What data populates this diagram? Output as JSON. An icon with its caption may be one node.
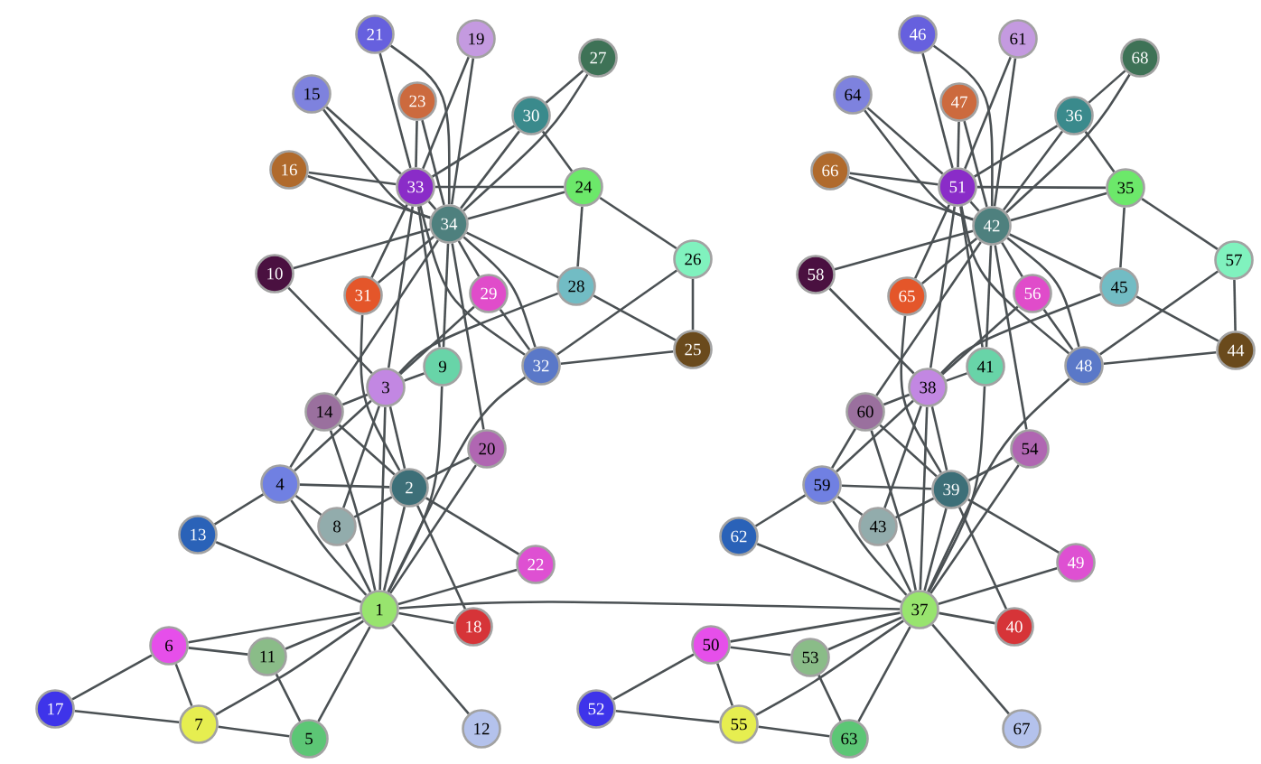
{
  "diagram": {
    "nodes": [
      {
        "text": [
          "1"
        ]
      },
      {
        "text": [
          "2"
        ]
      },
      {
        "text": [
          "3"
        ]
      },
      {
        "text": [
          "4"
        ]
      },
      {
        "text": [
          "5"
        ]
      },
      {
        "text": [
          "6"
        ]
      },
      {
        "text": [
          "7"
        ]
      },
      {
        "text": [
          "8"
        ]
      },
      {
        "text": [
          "9"
        ]
      },
      {
        "text": [
          "10"
        ]
      },
      {
        "text": [
          "11"
        ]
      },
      {
        "text": [
          "12"
        ]
      },
      {
        "text": [
          "13"
        ]
      },
      {
        "text": [
          "14"
        ]
      },
      {
        "text": [
          "15"
        ]
      },
      {
        "text": [
          "16"
        ]
      },
      {
        "text": [
          "17"
        ]
      },
      {
        "text": [
          "18"
        ]
      },
      {
        "text": [
          "19"
        ]
      },
      {
        "text": [
          "20"
        ]
      },
      {
        "text": [
          "21"
        ]
      },
      {
        "text": [
          "22"
        ]
      },
      {
        "text": [
          "23"
        ]
      },
      {
        "text": [
          "24"
        ]
      },
      {
        "text": [
          "25"
        ]
      },
      {
        "text": [
          "26"
        ]
      },
      {
        "text": [
          "27"
        ]
      },
      {
        "text": [
          "28"
        ]
      },
      {
        "text": [
          "29"
        ]
      },
      {
        "text": [
          "30"
        ]
      },
      {
        "text": [
          "31"
        ]
      },
      {
        "text": [
          "32"
        ]
      },
      {
        "text": [
          "33"
        ]
      },
      {
        "text": [
          "34"
        ]
      },
      {
        "text": [
          "35"
        ]
      },
      {
        "text": [
          "36"
        ]
      },
      {
        "text": [
          "37"
        ]
      },
      {
        "text": [
          "38"
        ]
      },
      {
        "text": [
          "39"
        ]
      },
      {
        "text": [
          "40"
        ]
      },
      {
        "text": [
          "41"
        ]
      },
      {
        "text": [
          "42"
        ]
      },
      {
        "text": [
          "43"
        ]
      },
      {
        "text": [
          "44"
        ]
      },
      {
        "text": [
          "45"
        ]
      },
      {
        "text": [
          "46"
        ]
      },
      {
        "text": [
          "47"
        ]
      },
      {
        "text": [
          "48"
        ]
      },
      {
        "text": [
          "49"
        ]
      },
      {
        "text": [
          "50"
        ]
      },
      {
        "text": [
          "51"
        ]
      },
      {
        "text": [
          "52"
        ]
      },
      {
        "text": [
          "53"
        ]
      },
      {
        "text": [
          "54"
        ]
      },
      {
        "text": [
          "55"
        ]
      },
      {
        "text": [
          "56"
        ]
      },
      {
        "text": [
          "57"
        ]
      },
      {
        "text": [
          "58"
        ]
      },
      {
        "text": [
          "59"
        ]
      },
      {
        "text": [
          "60"
        ]
      },
      {
        "text": [
          "61"
        ]
      },
      {
        "text": [
          "62"
        ]
      },
      {
        "text": [
          "63"
        ]
      },
      {
        "text": [
          "64"
        ]
      },
      {
        "text": [
          "65"
        ]
      },
      {
        "text": [
          "66"
        ]
      },
      {
        "text": [
          "67"
        ]
      },
      {
        "text": [
          "68"
        ]
      }
    ],
    "edges": [
      {
        "from": 0,
        "to": 1,
        "arrow": "none"
      },
      {
        "from": 0,
        "to": 2,
        "arrow": "none"
      },
      {
        "from": 0,
        "to": 3,
        "arrow": "none"
      },
      {
        "from": 0,
        "to": 4,
        "arrow": "none"
      },
      {
        "from": 0,
        "to": 5,
        "arrow": "none"
      },
      {
        "from": 0,
        "to": 6,
        "arrow": "none"
      },
      {
        "from": 0,
        "to": 7,
        "arrow": "none"
      },
      {
        "from": 0,
        "to": 8,
        "arrow": "none"
      },
      {
        "from": 0,
        "to": 10,
        "arrow": "none"
      },
      {
        "from": 0,
        "to": 11,
        "arrow": "none"
      },
      {
        "from": 0,
        "to": 12,
        "arrow": "none"
      },
      {
        "from": 0,
        "to": 13,
        "arrow": "none"
      },
      {
        "from": 0,
        "to": 17,
        "arrow": "none"
      },
      {
        "from": 0,
        "to": 19,
        "arrow": "none"
      },
      {
        "from": 0,
        "to": 21,
        "arrow": "none"
      },
      {
        "from": 0,
        "to": 31,
        "arrow": "none"
      },
      {
        "from": 1,
        "to": 2,
        "arrow": "none"
      },
      {
        "from": 1,
        "to": 3,
        "arrow": "none"
      },
      {
        "from": 1,
        "to": 7,
        "arrow": "none"
      },
      {
        "from": 1,
        "to": 13,
        "arrow": "none"
      },
      {
        "from": 1,
        "to": 17,
        "arrow": "none"
      },
      {
        "from": 1,
        "to": 19,
        "arrow": "none"
      },
      {
        "from": 1,
        "to": 21,
        "arrow": "none"
      },
      {
        "from": 1,
        "to": 30,
        "arrow": "none"
      },
      {
        "from": 2,
        "to": 3,
        "arrow": "none"
      },
      {
        "from": 2,
        "to": 7,
        "arrow": "none"
      },
      {
        "from": 2,
        "to": 8,
        "arrow": "none"
      },
      {
        "from": 2,
        "to": 9,
        "arrow": "none"
      },
      {
        "from": 2,
        "to": 13,
        "arrow": "none"
      },
      {
        "from": 2,
        "to": 27,
        "arrow": "none"
      },
      {
        "from": 2,
        "to": 28,
        "arrow": "none"
      },
      {
        "from": 2,
        "to": 32,
        "arrow": "none"
      },
      {
        "from": 3,
        "to": 7,
        "arrow": "none"
      },
      {
        "from": 3,
        "to": 12,
        "arrow": "none"
      },
      {
        "from": 3,
        "to": 13,
        "arrow": "none"
      },
      {
        "from": 4,
        "to": 6,
        "arrow": "none"
      },
      {
        "from": 4,
        "to": 10,
        "arrow": "none"
      },
      {
        "from": 5,
        "to": 6,
        "arrow": "none"
      },
      {
        "from": 5,
        "to": 10,
        "arrow": "none"
      },
      {
        "from": 5,
        "to": 16,
        "arrow": "none"
      },
      {
        "from": 6,
        "to": 16,
        "arrow": "none"
      },
      {
        "from": 8,
        "to": 32,
        "arrow": "none"
      },
      {
        "from": 8,
        "to": 33,
        "arrow": "none"
      },
      {
        "from": 9,
        "to": 33,
        "arrow": "none"
      },
      {
        "from": 13,
        "to": 33,
        "arrow": "none"
      },
      {
        "from": 14,
        "to": 32,
        "arrow": "none"
      },
      {
        "from": 14,
        "to": 33,
        "arrow": "none"
      },
      {
        "from": 15,
        "to": 32,
        "arrow": "none"
      },
      {
        "from": 15,
        "to": 33,
        "arrow": "none"
      },
      {
        "from": 18,
        "to": 32,
        "arrow": "none"
      },
      {
        "from": 18,
        "to": 33,
        "arrow": "none"
      },
      {
        "from": 19,
        "to": 33,
        "arrow": "none"
      },
      {
        "from": 20,
        "to": 32,
        "arrow": "none"
      },
      {
        "from": 20,
        "to": 33,
        "arrow": "none"
      },
      {
        "from": 22,
        "to": 32,
        "arrow": "none"
      },
      {
        "from": 22,
        "to": 33,
        "arrow": "none"
      },
      {
        "from": 23,
        "to": 25,
        "arrow": "none"
      },
      {
        "from": 23,
        "to": 27,
        "arrow": "none"
      },
      {
        "from": 23,
        "to": 29,
        "arrow": "none"
      },
      {
        "from": 23,
        "to": 32,
        "arrow": "none"
      },
      {
        "from": 23,
        "to": 33,
        "arrow": "none"
      },
      {
        "from": 24,
        "to": 25,
        "arrow": "none"
      },
      {
        "from": 24,
        "to": 27,
        "arrow": "none"
      },
      {
        "from": 24,
        "to": 31,
        "arrow": "none"
      },
      {
        "from": 25,
        "to": 31,
        "arrow": "none"
      },
      {
        "from": 26,
        "to": 29,
        "arrow": "none"
      },
      {
        "from": 26,
        "to": 33,
        "arrow": "none"
      },
      {
        "from": 27,
        "to": 33,
        "arrow": "none"
      },
      {
        "from": 28,
        "to": 31,
        "arrow": "none"
      },
      {
        "from": 28,
        "to": 33,
        "arrow": "none"
      },
      {
        "from": 29,
        "to": 32,
        "arrow": "none"
      },
      {
        "from": 29,
        "to": 33,
        "arrow": "none"
      },
      {
        "from": 30,
        "to": 32,
        "arrow": "none"
      },
      {
        "from": 30,
        "to": 33,
        "arrow": "none"
      },
      {
        "from": 31,
        "to": 32,
        "arrow": "none"
      },
      {
        "from": 31,
        "to": 33,
        "arrow": "none"
      },
      {
        "from": 32,
        "to": 33,
        "arrow": "none"
      },
      {
        "from": 0,
        "to": 36,
        "arrow": "none"
      },
      {
        "from": 36,
        "to": 38,
        "arrow": "none"
      },
      {
        "from": 36,
        "to": 37,
        "arrow": "none"
      },
      {
        "from": 36,
        "to": 58,
        "arrow": "none"
      },
      {
        "from": 36,
        "to": 62,
        "arrow": "none"
      },
      {
        "from": 36,
        "to": 49,
        "arrow": "none"
      },
      {
        "from": 36,
        "to": 54,
        "arrow": "none"
      },
      {
        "from": 36,
        "to": 42,
        "arrow": "none"
      },
      {
        "from": 36,
        "to": 40,
        "arrow": "none"
      },
      {
        "from": 36,
        "to": 52,
        "arrow": "none"
      },
      {
        "from": 36,
        "to": 66,
        "arrow": "none"
      },
      {
        "from": 36,
        "to": 61,
        "arrow": "none"
      },
      {
        "from": 36,
        "to": 59,
        "arrow": "none"
      },
      {
        "from": 36,
        "to": 39,
        "arrow": "none"
      },
      {
        "from": 36,
        "to": 53,
        "arrow": "none"
      },
      {
        "from": 36,
        "to": 48,
        "arrow": "none"
      },
      {
        "from": 36,
        "to": 47,
        "arrow": "none"
      },
      {
        "from": 38,
        "to": 37,
        "arrow": "none"
      },
      {
        "from": 38,
        "to": 58,
        "arrow": "none"
      },
      {
        "from": 38,
        "to": 42,
        "arrow": "none"
      },
      {
        "from": 38,
        "to": 59,
        "arrow": "none"
      },
      {
        "from": 38,
        "to": 39,
        "arrow": "none"
      },
      {
        "from": 38,
        "to": 53,
        "arrow": "none"
      },
      {
        "from": 38,
        "to": 48,
        "arrow": "none"
      },
      {
        "from": 38,
        "to": 64,
        "arrow": "none"
      },
      {
        "from": 37,
        "to": 58,
        "arrow": "none"
      },
      {
        "from": 37,
        "to": 42,
        "arrow": "none"
      },
      {
        "from": 37,
        "to": 40,
        "arrow": "none"
      },
      {
        "from": 37,
        "to": 57,
        "arrow": "none"
      },
      {
        "from": 37,
        "to": 59,
        "arrow": "none"
      },
      {
        "from": 37,
        "to": 44,
        "arrow": "none"
      },
      {
        "from": 37,
        "to": 55,
        "arrow": "none"
      },
      {
        "from": 37,
        "to": 50,
        "arrow": "none"
      },
      {
        "from": 58,
        "to": 42,
        "arrow": "none"
      },
      {
        "from": 58,
        "to": 61,
        "arrow": "none"
      },
      {
        "from": 58,
        "to": 59,
        "arrow": "none"
      },
      {
        "from": 62,
        "to": 54,
        "arrow": "none"
      },
      {
        "from": 62,
        "to": 52,
        "arrow": "none"
      },
      {
        "from": 49,
        "to": 54,
        "arrow": "none"
      },
      {
        "from": 49,
        "to": 52,
        "arrow": "none"
      },
      {
        "from": 49,
        "to": 51,
        "arrow": "none"
      },
      {
        "from": 54,
        "to": 51,
        "arrow": "none"
      },
      {
        "from": 40,
        "to": 50,
        "arrow": "none"
      },
      {
        "from": 40,
        "to": 41,
        "arrow": "none"
      },
      {
        "from": 57,
        "to": 41,
        "arrow": "none"
      },
      {
        "from": 59,
        "to": 41,
        "arrow": "none"
      },
      {
        "from": 63,
        "to": 50,
        "arrow": "none"
      },
      {
        "from": 63,
        "to": 41,
        "arrow": "none"
      },
      {
        "from": 65,
        "to": 50,
        "arrow": "none"
      },
      {
        "from": 65,
        "to": 41,
        "arrow": "none"
      },
      {
        "from": 60,
        "to": 50,
        "arrow": "none"
      },
      {
        "from": 60,
        "to": 41,
        "arrow": "none"
      },
      {
        "from": 53,
        "to": 41,
        "arrow": "none"
      },
      {
        "from": 45,
        "to": 50,
        "arrow": "none"
      },
      {
        "from": 45,
        "to": 41,
        "arrow": "none"
      },
      {
        "from": 46,
        "to": 50,
        "arrow": "none"
      },
      {
        "from": 46,
        "to": 41,
        "arrow": "none"
      },
      {
        "from": 34,
        "to": 56,
        "arrow": "none"
      },
      {
        "from": 34,
        "to": 44,
        "arrow": "none"
      },
      {
        "from": 34,
        "to": 35,
        "arrow": "none"
      },
      {
        "from": 34,
        "to": 50,
        "arrow": "none"
      },
      {
        "from": 34,
        "to": 41,
        "arrow": "none"
      },
      {
        "from": 43,
        "to": 56,
        "arrow": "none"
      },
      {
        "from": 43,
        "to": 44,
        "arrow": "none"
      },
      {
        "from": 43,
        "to": 47,
        "arrow": "none"
      },
      {
        "from": 56,
        "to": 47,
        "arrow": "none"
      },
      {
        "from": 67,
        "to": 35,
        "arrow": "none"
      },
      {
        "from": 67,
        "to": 41,
        "arrow": "none"
      },
      {
        "from": 44,
        "to": 41,
        "arrow": "none"
      },
      {
        "from": 55,
        "to": 47,
        "arrow": "none"
      },
      {
        "from": 55,
        "to": 41,
        "arrow": "none"
      },
      {
        "from": 35,
        "to": 50,
        "arrow": "none"
      },
      {
        "from": 35,
        "to": 41,
        "arrow": "none"
      },
      {
        "from": 64,
        "to": 50,
        "arrow": "none"
      },
      {
        "from": 64,
        "to": 41,
        "arrow": "none"
      },
      {
        "from": 47,
        "to": 50,
        "arrow": "none"
      },
      {
        "from": 47,
        "to": 41,
        "arrow": "none"
      },
      {
        "from": 50,
        "to": 41,
        "arrow": "none"
      }
    ]
  }
}
